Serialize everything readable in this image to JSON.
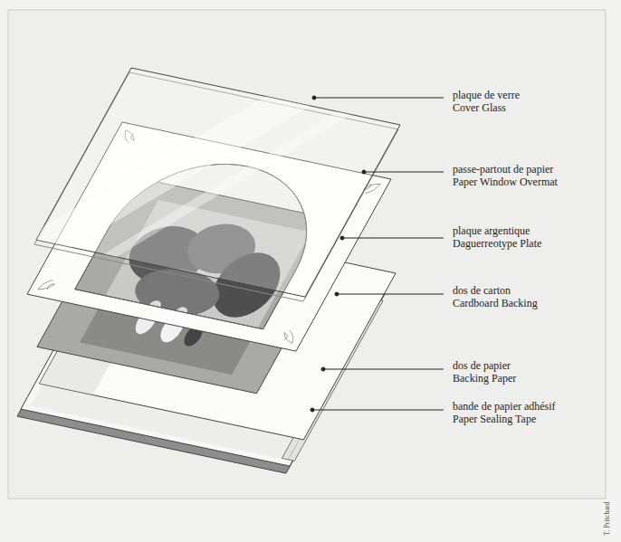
{
  "diagram": {
    "labels": [
      "plaque de verre",
      "Cover Glass",
      "passe-partout de papier",
      "Paper Window Overmat",
      "plaque argentique",
      "Daguerreotype Plate",
      "dos de carton",
      "Cardboard Backing",
      "dos de papier",
      "Backing Paper",
      "bande de papier adhésif",
      "Paper Sealing Tape",
      "T. Pritchard"
    ]
  }
}
